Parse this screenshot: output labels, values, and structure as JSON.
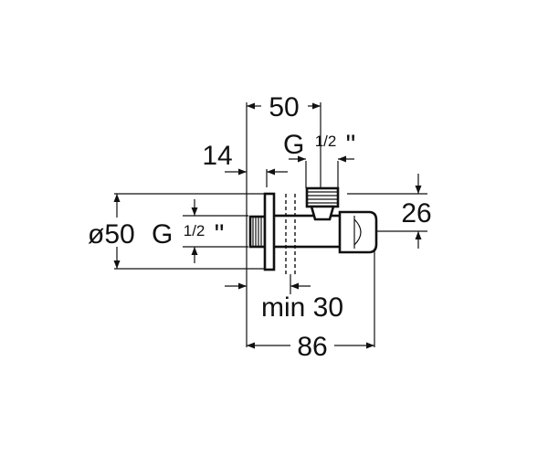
{
  "dimensions": {
    "top_width": "50",
    "pipe_thread_label": "G",
    "pipe_thread_fraction": "1/2",
    "pipe_thread_inch": "\"",
    "wall_offset": "14",
    "outlet_height": "26",
    "flange_diameter": "ø50",
    "inlet_thread_label": "G",
    "inlet_thread_fraction": "1/2",
    "inlet_thread_inch": "\"",
    "min_depth": "min 30",
    "overall_length": "86"
  },
  "colors": {
    "line": "#111111",
    "background": "#ffffff"
  }
}
